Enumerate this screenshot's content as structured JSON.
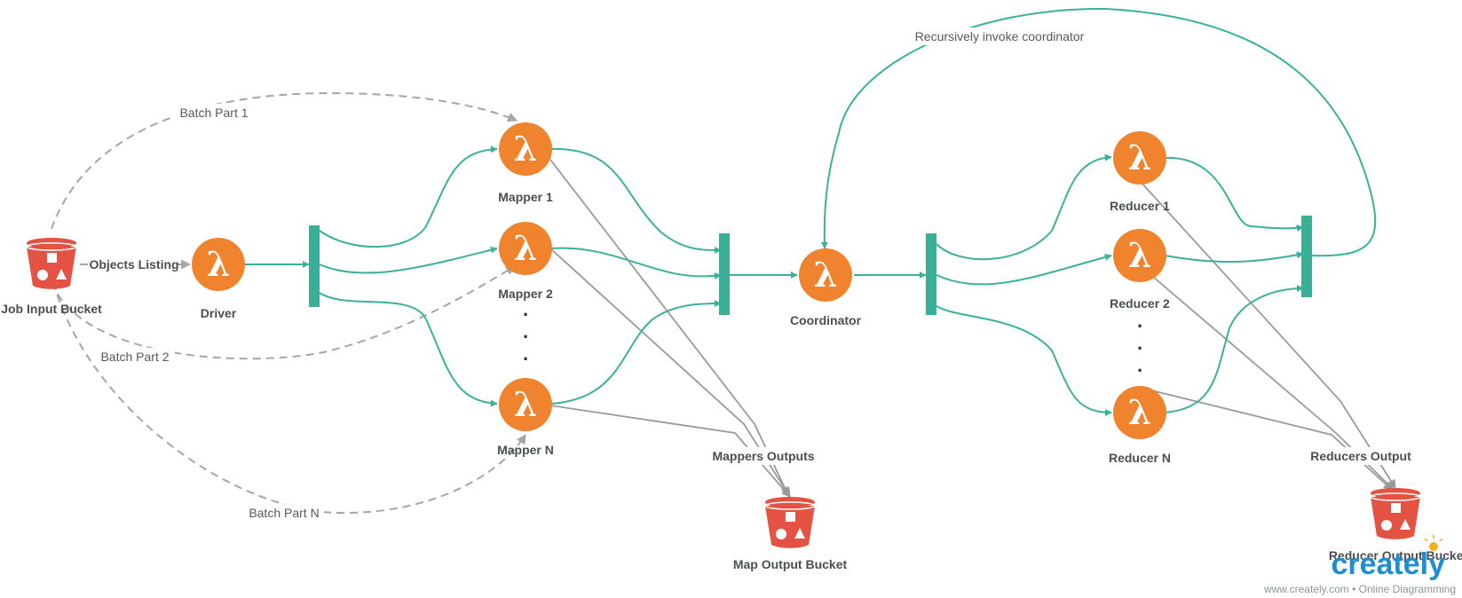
{
  "nodes": {
    "job_input_bucket": "Job Input Bucket",
    "driver": "Driver",
    "mapper_1": "Mapper 1",
    "mapper_2": "Mapper 2",
    "mapper_n": "Mapper N",
    "coordinator": "Coordinator",
    "reducer_1": "Reducer 1",
    "reducer_2": "Reducer 2",
    "reducer_n": "Reducer N",
    "map_output_bucket": "Map Output Bucket",
    "reducer_output_bucket": "Reducer Output Bucket"
  },
  "edges": {
    "objects_listing": "Objects Listing",
    "batch_part_1": "Batch Part 1",
    "batch_part_2": "Batch Part 2",
    "batch_part_n": "Batch Part N",
    "mappers_outputs": "Mappers Outputs",
    "reducers_output": "Reducers Output",
    "recursive": "Recursively invoke coordinator"
  },
  "lambda_symbol": "λ",
  "ellipsis_dot": ".",
  "watermark": {
    "brand": "creately",
    "footer": "www.creately.com • Online Diagramming"
  },
  "colors": {
    "lambda": "#f0832e",
    "bucket": "#e35243",
    "flow": "#3ab29a",
    "output_arrow": "#9a9a9a",
    "dashed": "#a6a6a6",
    "bar": "#3aae96"
  },
  "icons": [
    "lambda-icon",
    "bucket-icon",
    "join-bar"
  ]
}
